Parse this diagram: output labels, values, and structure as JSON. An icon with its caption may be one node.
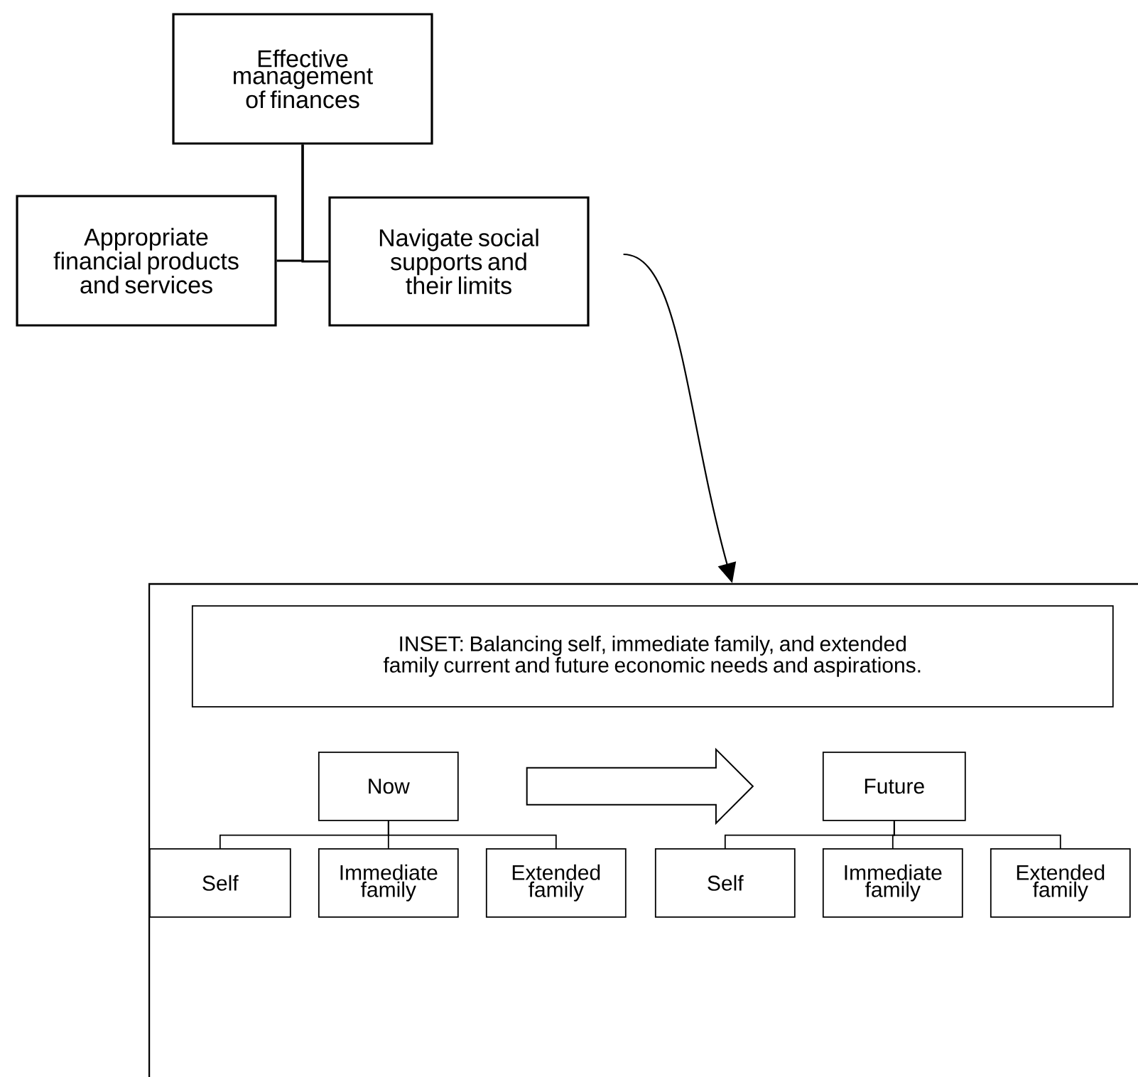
{
  "diagram": {
    "nodes": [
      {
        "text": [
          "Effective management of finances"
        ]
      },
      {
        "text": [
          "Appropriate financial products and services"
        ]
      },
      {
        "text": [
          "Navigate social supports and their limits"
        ]
      },
      {
        "text": [],
        "shape": "box"
      },
      {
        "text": [
          "INSET: Balancing self, immediate family, and extended family current and future economic needs and aspirations."
        ],
        "in": 3
      },
      {
        "text": [
          "Now"
        ],
        "in": 3
      },
      {
        "text": [
          "Self"
        ],
        "in": 3
      },
      {
        "text": [
          "Immediate family"
        ],
        "in": 3
      },
      {
        "text": [
          "Extended family"
        ],
        "in": 3
      },
      {
        "text": [
          "Future"
        ],
        "in": 3
      },
      {
        "text": [
          "Self"
        ],
        "in": 3
      },
      {
        "text": [
          "Immediate family"
        ],
        "in": 3
      },
      {
        "text": [
          "Extended family"
        ],
        "in": 3
      }
    ],
    "edges": [
      {
        "from": 0,
        "to": 1,
        "arrow": "none"
      },
      {
        "from": 0,
        "to": 2,
        "arrow": "none"
      },
      {
        "from": 2,
        "to": 3,
        "arrow": "to"
      },
      {
        "from": 5,
        "to": 9,
        "arrow": "to",
        "style": "thick"
      },
      {
        "from": 5,
        "to": 6,
        "arrow": "none"
      },
      {
        "from": 5,
        "to": 7,
        "arrow": "none"
      },
      {
        "from": 5,
        "to": 8,
        "arrow": "none"
      },
      {
        "from": 9,
        "to": 10,
        "arrow": "none"
      },
      {
        "from": 9,
        "to": 11,
        "arrow": "none"
      },
      {
        "from": 9,
        "to": 12,
        "arrow": "none"
      }
    ]
  }
}
